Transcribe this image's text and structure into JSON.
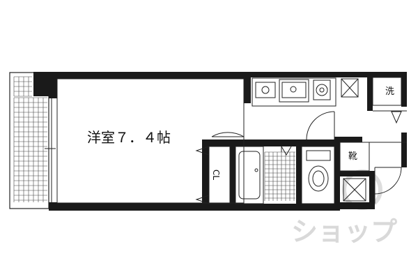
{
  "rooms": {
    "western_room": "洋室７．４帖",
    "closet": "CL",
    "washer": "洗",
    "shoe_box": "靴"
  },
  "watermark": "ショップ",
  "colors": {
    "wall": "#1a1a1a",
    "line": "#222222",
    "watermark": "#d9d9d9",
    "background": "#ffffff"
  }
}
